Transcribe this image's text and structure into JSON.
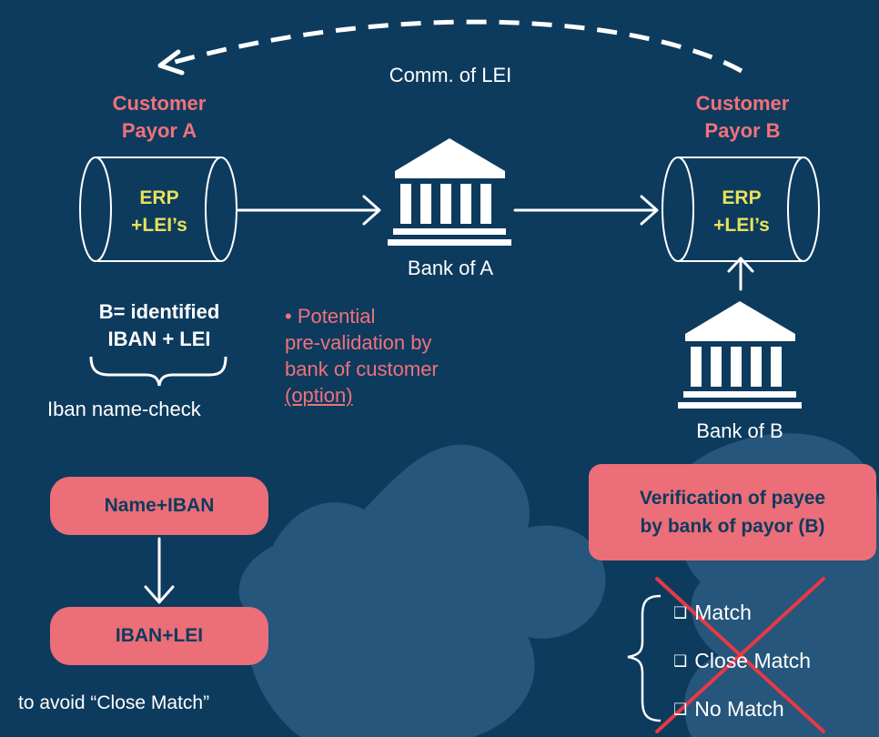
{
  "top": {
    "comm_label": "Comm. of LEI"
  },
  "customer_a": {
    "line1": "Customer",
    "line2": "Payor A",
    "erp": "ERP",
    "lei": "+LEI’s"
  },
  "customer_b": {
    "line1": "Customer",
    "line2": "Payor B",
    "erp": "ERP",
    "lei": "+LEI’s"
  },
  "bank_a": {
    "label": "Bank of A"
  },
  "bank_b": {
    "label": "Bank of B"
  },
  "identified": {
    "line1": "B= identified",
    "line2": "IBAN + LEI",
    "caption": "Iban name-check"
  },
  "prevalidation": {
    "line1": "• Potential",
    "line2": "pre-validation by",
    "line3": "bank of customer",
    "option": "(option)"
  },
  "pills": {
    "name_iban": "Name+IBAN",
    "iban_lei": "IBAN+LEI",
    "avoid_caption": "to avoid “Close Match”"
  },
  "verification": {
    "line1": "Verification of payee",
    "line2": "by bank of payor (B)"
  },
  "results": [
    {
      "box": "❑",
      "label": "Match"
    },
    {
      "box": "❑",
      "label": "Close Match"
    },
    {
      "box": "❑",
      "label": "No Match"
    }
  ],
  "colors": {
    "background": "#0d3b5e",
    "accent_pink": "#ec6e78",
    "accent_yellow": "#e8e15a",
    "puzzle": "#2b5c80"
  }
}
